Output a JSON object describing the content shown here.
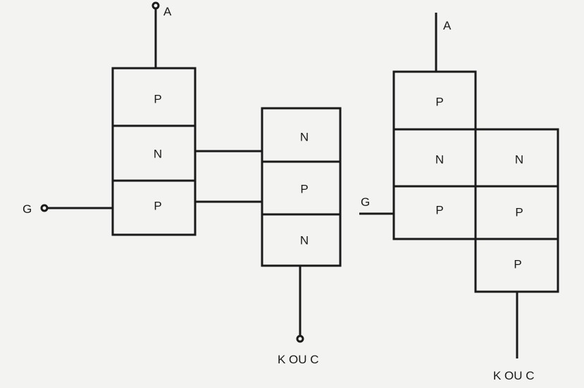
{
  "left": {
    "anode_label": "A",
    "gate_label": "G",
    "cathode_label": "K OU C",
    "transistor1_layers": [
      "P",
      "N",
      "P"
    ],
    "transistor2_layers": [
      "N",
      "P",
      "N"
    ]
  },
  "right": {
    "anode_label": "A",
    "gate_label": "G",
    "cathode_label": "K OU C",
    "left_column_layers": [
      "P",
      "N",
      "P"
    ],
    "right_column_layers": [
      "N",
      "P",
      "P"
    ]
  }
}
